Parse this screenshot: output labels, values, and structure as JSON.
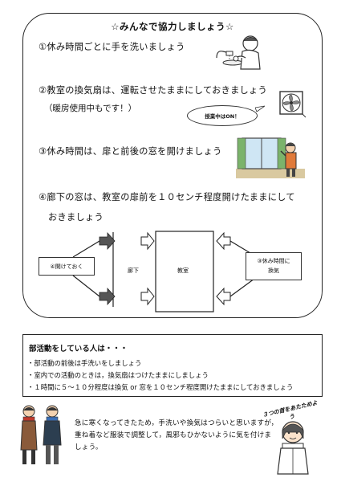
{
  "title": "☆みんなで協力しましょう☆",
  "items": [
    {
      "text": "①休み時間ごとに手を洗いましょう"
    },
    {
      "text": "②教室の換気扇は、運転させたままにしておきましょう",
      "sub": "（暖房使用中もです！）",
      "bubble": "授業中はON！"
    },
    {
      "text": "③休み時間は、扉と前後の窓を開けましょう"
    },
    {
      "text": "④廊下の窓は、教室の扉前を１０センチ程度開けたままにして",
      "text2": "おきましょう"
    }
  ],
  "diagram": {
    "left_box": "④開けておく",
    "corridor": "廊下",
    "classroom": "教室",
    "right_box_line1": "③休み時間に",
    "right_box_line2": "換気"
  },
  "club": {
    "heading": "部活動をしている人は・・・",
    "items": [
      "・部活動の前後は手洗いをしましょう",
      "・室内での活動のときは，換気扇はつけたままにしましょう",
      "・１時間に５～１０分程度は換気 or 窓を１０センチ程度開けたままにしておきましょう"
    ]
  },
  "bottom": {
    "line1": "急に寒くなってきたため，手洗いや換気はつらいと思いますが，",
    "line2": "重ね着など服装で調整して，風邪もひかないように気を付けま",
    "line3": "しょう。",
    "circle_label": "３つの首をあたためよう"
  }
}
